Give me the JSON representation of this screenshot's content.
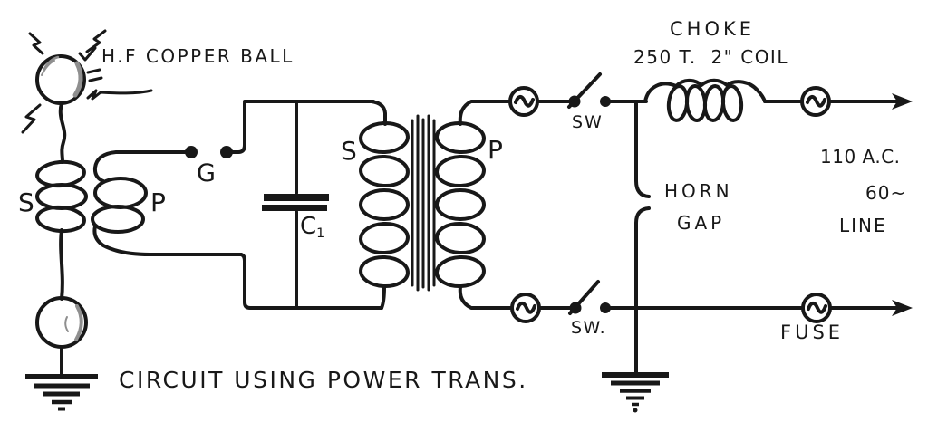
{
  "diagram": {
    "caption": "CIRCUIT USING POWER TRANS.",
    "colors": {
      "ink": "#181818",
      "paper": "#ffffff"
    },
    "labels": {
      "hf_ball": "H.F COPPER BALL",
      "left_secondary": "S",
      "left_primary": "P",
      "spark_gap": "G",
      "cap_main": "C",
      "cap_sub": "1",
      "xfmr_secondary": "S",
      "xfmr_primary": "P",
      "sw_top": "SW",
      "sw_bottom": "SW.",
      "choke_name": "CHOKE",
      "choke_spec": "250 T.  2\" COIL",
      "horn_word1": "HORN",
      "horn_word2": "GAP",
      "ac_line1": "110 A.C.",
      "ac_line2": "60~",
      "ac_line3": "LINE",
      "fuse": "FUSE"
    }
  }
}
